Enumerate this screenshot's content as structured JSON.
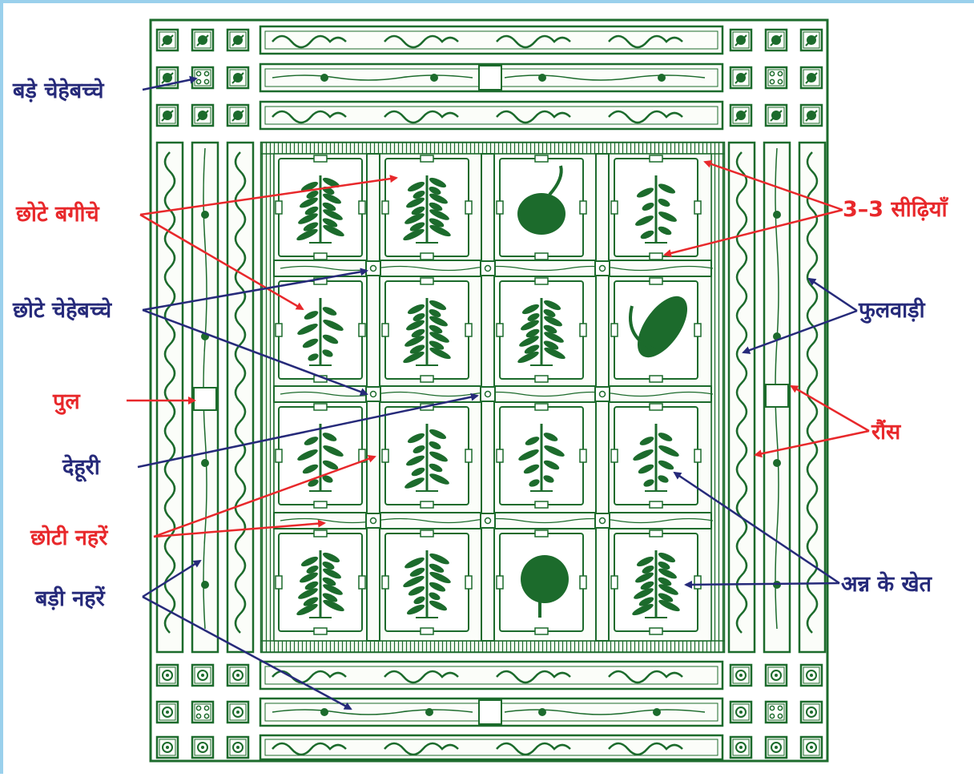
{
  "colors": {
    "green": "#1c6b2c",
    "label_red": "#e8282b",
    "label_blue": "#262a7a",
    "edge": "#9ad0ec"
  },
  "labels": {
    "bade_chehebachche": "बड़े चेहेबच्चे",
    "chhote_bagiche": "छोटे बगीचे",
    "chhote_chehebachche": "छोटे चेहेबच्चे",
    "pul": "पुल",
    "dehuri": "देहूरी",
    "chhoti_naharen": "छोटी नहरें",
    "badi_naharen": "बड़ी नहरें",
    "seedhiyan": "3–3 सीढ़ियाँ",
    "phulwadi": "फुलवाड़ी",
    "rauns": "रौंस",
    "anna_ke_khet": "अन्न के खेत"
  },
  "plant_icons": [
    [
      "aloe-plant-icon",
      "leafy-bush-icon",
      "pumpkin-icon",
      "flowering-stalk-icon"
    ],
    [
      "fern-branch-icon",
      "small-tree-icon",
      "herb-sprig-icon",
      "corn-cob-icon"
    ],
    [
      "wheat-stalk-icon",
      "seedling-icon",
      "leafy-shrub-icon",
      "grass-stalk-icon"
    ],
    [
      "berry-bush-icon",
      "sprig-icon",
      "round-tree-icon",
      "leaf-stalk-icon"
    ]
  ]
}
